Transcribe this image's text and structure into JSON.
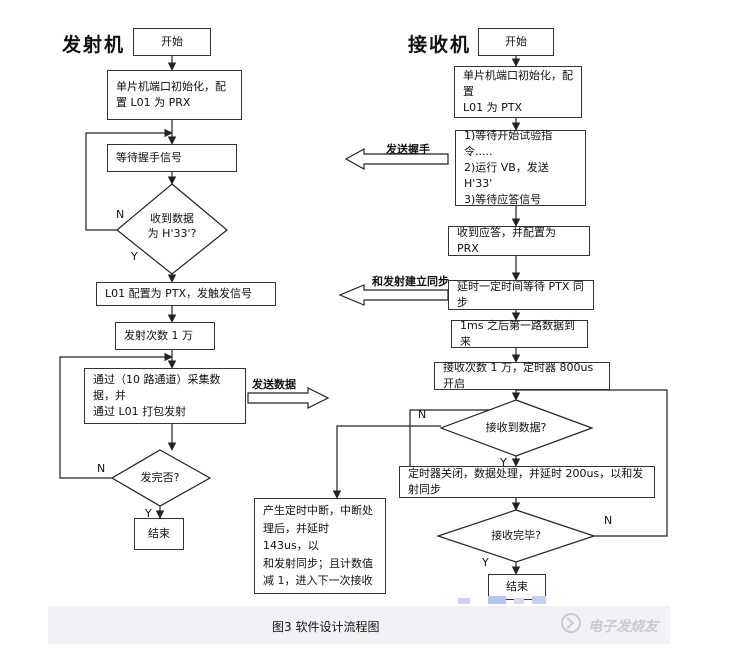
{
  "titles": {
    "transmitter": "发射机",
    "receiver": "接收机"
  },
  "transmitter": {
    "start": "开始",
    "init": [
      "单片机端口初始化，配",
      "置 L01 为 PRX"
    ],
    "wait_handshake": "等待握手信号",
    "decision_received": [
      "收到数据",
      "为 H'33'?"
    ],
    "config_ptx": "L01 配置为 PTX，发触发信号",
    "send_count": "发射次数 1 万",
    "collect": [
      "通过（10 路通道）采集数据，并",
      "通过 L01 打包发射"
    ],
    "decision_done": "发完否?",
    "end": "结束",
    "label_n1": "N",
    "label_y1": "Y",
    "label_n2": "N",
    "label_y2": "Y"
  },
  "receiver": {
    "start": "开始",
    "init": [
      "单片机端口初始化，配置",
      "L01 为 PTX"
    ],
    "steps": [
      "1)等待开始试验指令.....",
      "2)运行 VB，发送 H'33'",
      "3)等待应答信号"
    ],
    "got_reply": "收到应答，并配置为 PRX",
    "delay_sync": "延时一定时间等待 PTX 同步",
    "first_data": "1ms 之后第一路数据到来",
    "recv_count": "接收次数 1 万，定时器 800us 开启",
    "decision_received": "接收到数据?",
    "timer_off": "定时器关闭，数据处理，并延时 200us，以和发射同步",
    "decision_done": "接收完毕?",
    "interrupt": [
      "产生定时中断，中断处",
      "理后，并延时 143us，以",
      "和发射同步；且计数值",
      "减 1，进入下一次接收"
    ],
    "end": "结束",
    "label_n1": "N",
    "label_y1": "Y",
    "label_n2": "N",
    "label_y2": "Y"
  },
  "arrows": {
    "handshake": "发送握手",
    "sync": "和发射建立同步",
    "send_data": "发送数据"
  },
  "caption": "图3  软件设计流程图",
  "watermark": "电子发烧友"
}
